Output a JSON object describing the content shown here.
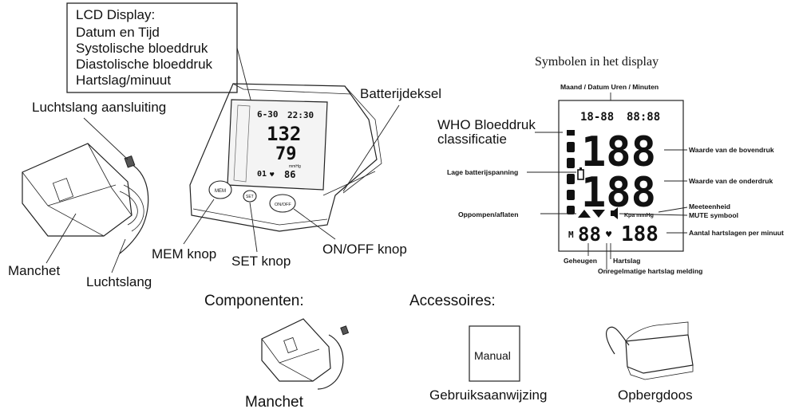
{
  "lcd_box": {
    "title": "LCD Display:",
    "lines": [
      "Datum en Tijd",
      "Systolische bloeddruk",
      "Diastolische bloeddruk",
      "Hartslag/minuut"
    ]
  },
  "device_labels": {
    "battery_cover": "Batterijdeksel",
    "air_hose_connection": "Luchtslang aansluiting",
    "cuff": "Manchet",
    "air_hose": "Luchtslang",
    "mem_button": "MEM knop",
    "set_button": "SET knop",
    "onoff_button": "ON/OFF knop"
  },
  "device_screen": {
    "date": "6-30",
    "time": "22:30",
    "sys": "132",
    "dia": "79",
    "pulse": "86",
    "mem": "01",
    "unit": "mmHg",
    "btn_mem": "MEM",
    "btn_set": "SET",
    "btn_onoff": "ON/OFF"
  },
  "symbols_panel": {
    "title": "Symbolen in het display",
    "date_time": "Maand / Datum Uren / Minuten",
    "who": "WHO Bloeddruk classificatie",
    "low_battery": "Lage batterijspanning",
    "upper_value": "Waarde van de bovendruk",
    "lower_value": "Waarde van de onderdruk",
    "unit": "Meeteenheid",
    "mute": "MUTE symbool",
    "pump": "Oppompen/aflaten",
    "pulse_count": "Aantal hartslagen per minuut",
    "memory": "Geheugen",
    "heartbeat": "Hartslag",
    "irregular": "Onregelmatige hartslag melding"
  },
  "symbols_display": {
    "date_digits": "18-88",
    "time_digits": "88:88",
    "upper_digits": "188",
    "lower_digits": "188",
    "mem_letter": "M",
    "mem_digits": "88",
    "pulse_digits": "188",
    "unit_text": "Kpa mmHg"
  },
  "bottom": {
    "components_heading": "Componenten:",
    "accessories_heading": "Accessoires:",
    "cuff_caption": "Manchet",
    "manual_label": "Manual",
    "manual_caption": "Gebruiksaanwijzing",
    "case_caption": "Opbergdoos"
  }
}
